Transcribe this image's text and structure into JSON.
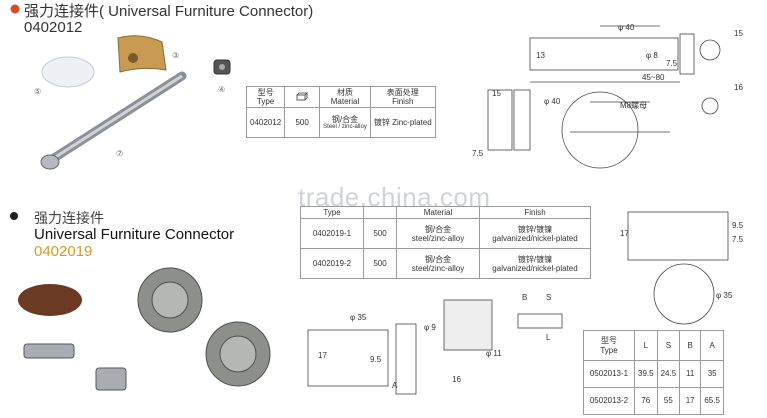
{
  "product1": {
    "title": "强力连接件( Universal Furniture Connector)",
    "code": "0402012",
    "callouts": [
      "⑤",
      "③",
      "④",
      "⑦"
    ],
    "table": {
      "headers": [
        {
          "cn": "型号",
          "en": "Type"
        },
        {
          "cn": "",
          "en": ""
        },
        {
          "cn": "材质",
          "en": "Material"
        },
        {
          "cn": "表面处理",
          "en": "Finish"
        }
      ],
      "rows": [
        {
          "type": "0402012",
          "qty": "500",
          "material": "钢/合金",
          "material_sub": "Steel / zinc-alloy",
          "finish": "镀锌 Zinc-plated"
        }
      ]
    },
    "dims": [
      "φ 40",
      "13",
      "φ 8",
      "7.5",
      "45~80",
      "15",
      "16",
      "15",
      "7.5",
      "φ 40",
      "M8螺母"
    ]
  },
  "watermark": "trade.china.com",
  "product2": {
    "title_cn": "强力连接件",
    "title_en": "Universal Furniture Connector",
    "code": "0402019",
    "table": {
      "headers": {
        "type": "Type",
        "material": "Material",
        "finish": "Finish"
      },
      "rows": [
        {
          "type": "0402019-1",
          "qty": "500",
          "material_cn": "钢/合金",
          "material_en": "steel/zinc-alloy",
          "finish_cn": "镀锌/镀镍",
          "finish_en": "galvanized/nickel-plated"
        },
        {
          "type": "0402019-2",
          "qty": "500",
          "material_cn": "钢/合金",
          "material_en": "steel/zinc-alloy",
          "finish_cn": "镀锌/镀镍",
          "finish_en": "galvanized/nickel-plated"
        }
      ]
    },
    "dims": [
      "φ 35",
      "φ 9",
      "17",
      "9.5",
      "A",
      "φ 11",
      "16",
      "B",
      "S",
      "L",
      "9.5",
      "17",
      "7.5",
      "φ 35"
    ]
  },
  "product3": {
    "table": {
      "headers": {
        "cn": "型号",
        "type": "Type",
        "l": "L",
        "s": "S",
        "b": "B",
        "a": "A"
      },
      "rows": [
        {
          "type": "0502013-1",
          "l": "39.5",
          "s": "24.5",
          "b": "11",
          "a": "35"
        },
        {
          "type": "0502013-2",
          "l": "76",
          "s": "55",
          "b": "17",
          "a": "65.5"
        }
      ]
    }
  }
}
